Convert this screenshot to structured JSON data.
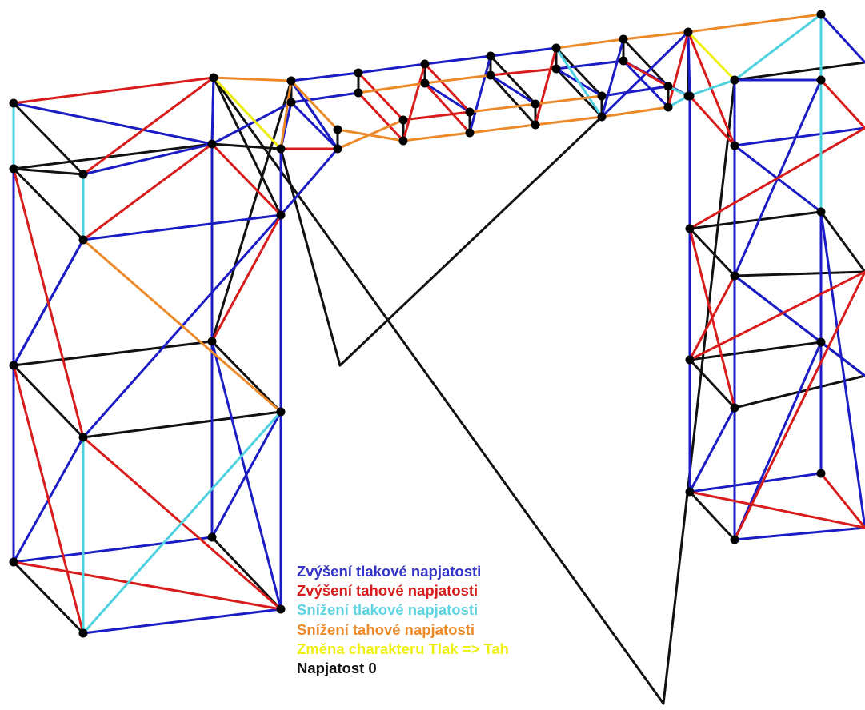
{
  "colors": {
    "compression_increase": "#1c1cc4",
    "tension_increase": "#d81c1c",
    "compression_decrease": "#4fd2e0",
    "tension_decrease": "#ec8a2a",
    "change_compression_to_tension": "#eef014",
    "zero_stress": "#111111",
    "node": "#000000"
  },
  "legend": [
    {
      "key": "b",
      "text": "Zvýšení tlakové napjatosti",
      "color": "#3434c8"
    },
    {
      "key": "r",
      "text": "Zvýšení tahové napjatosti",
      "color": "#d81c1c"
    },
    {
      "key": "c",
      "text": "Snížení tlakové napjatosti",
      "color": "#5cd4e2"
    },
    {
      "key": "o",
      "text": "Snížení tahové napjatosti",
      "color": "#ec8a2a"
    },
    {
      "key": "y",
      "text": "Změna charakteru Tlak => Tah",
      "color": "#eef014"
    },
    {
      "key": "k",
      "text": "Napjatost 0",
      "color": "#111111"
    }
  ]
}
